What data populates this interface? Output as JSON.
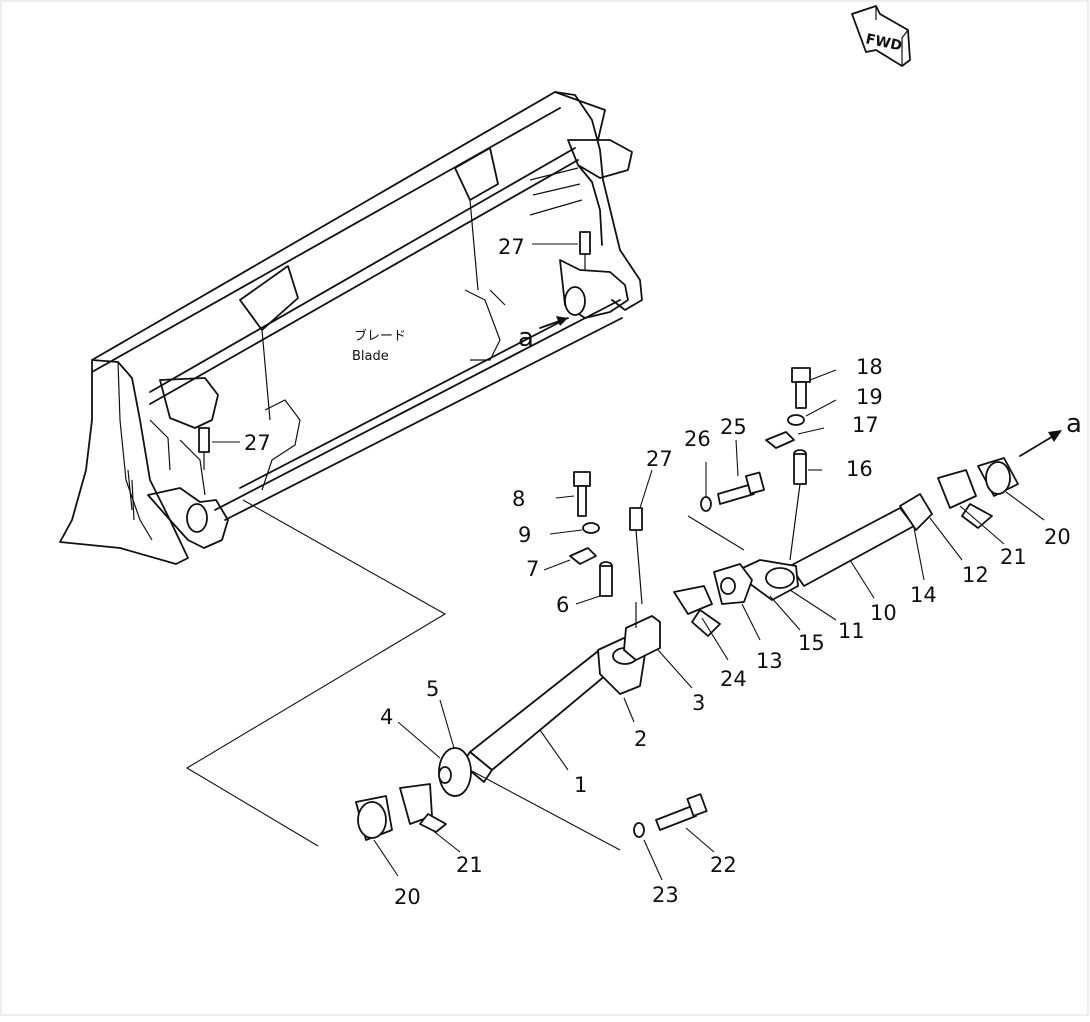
{
  "diagram": {
    "direction_badge": "FWD",
    "blade_label_jp": "ブレード",
    "blade_label_en": "Blade",
    "view_marker": "a",
    "callouts": {
      "c1": "1",
      "c2": "2",
      "c3": "3",
      "c4": "4",
      "c5": "5",
      "c6": "6",
      "c7": "7",
      "c8": "8",
      "c9": "9",
      "c10": "10",
      "c11": "11",
      "c12": "12",
      "c13": "13",
      "c14": "14",
      "c15": "15",
      "c16": "16",
      "c17": "17",
      "c18": "18",
      "c19": "19",
      "c20a": "20",
      "c20b": "20",
      "c21a": "21",
      "c21b": "21",
      "c22": "22",
      "c23": "23",
      "c24": "24",
      "c25": "25",
      "c26": "26",
      "c27a": "27",
      "c27b": "27",
      "c27c": "27"
    }
  }
}
